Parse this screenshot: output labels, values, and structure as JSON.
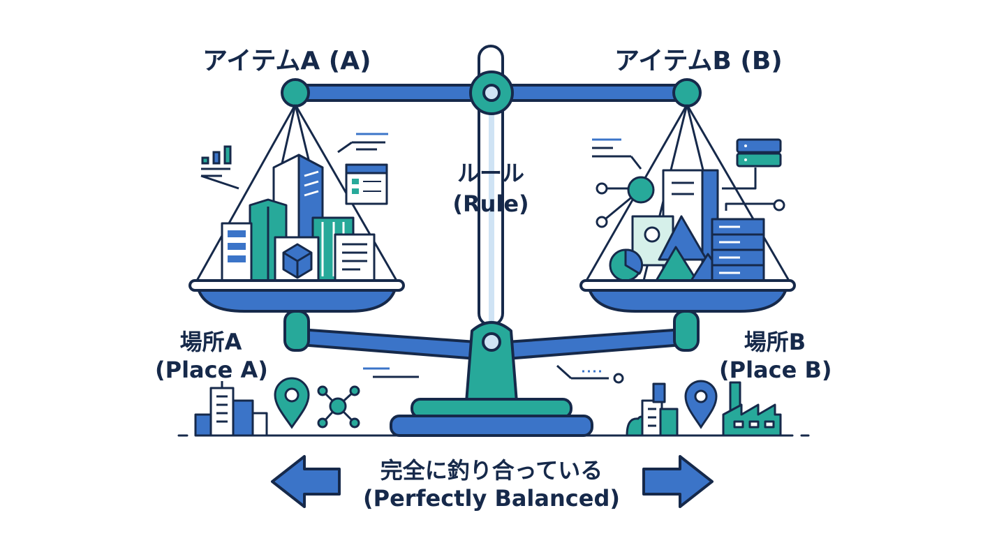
{
  "item_a": {
    "title": "アイテムA (A)"
  },
  "item_b": {
    "title": "アイテムB (B)"
  },
  "rule": {
    "jp": "ルール",
    "en": "(Rule)"
  },
  "place_a": {
    "jp": "場所A",
    "en": "(Place A)"
  },
  "place_b": {
    "jp": "場所B",
    "en": "(Place B)"
  },
  "status": {
    "jp": "完全に釣り合っている",
    "en": "(Perfectly Balanced)"
  },
  "colors": {
    "navy": "#16294a",
    "blue": "#3b74c8",
    "teal": "#27a99a",
    "light_blue": "#cfe3f4",
    "pale_teal": "#d6f0ea"
  },
  "icons": [
    "scale-icon",
    "buildings-icon",
    "cube-icon",
    "document-icon",
    "server-icon",
    "network-icon",
    "pie-chart-icon",
    "map-pin-icon",
    "factory-icon",
    "arrow-left-icon",
    "arrow-right-icon"
  ]
}
